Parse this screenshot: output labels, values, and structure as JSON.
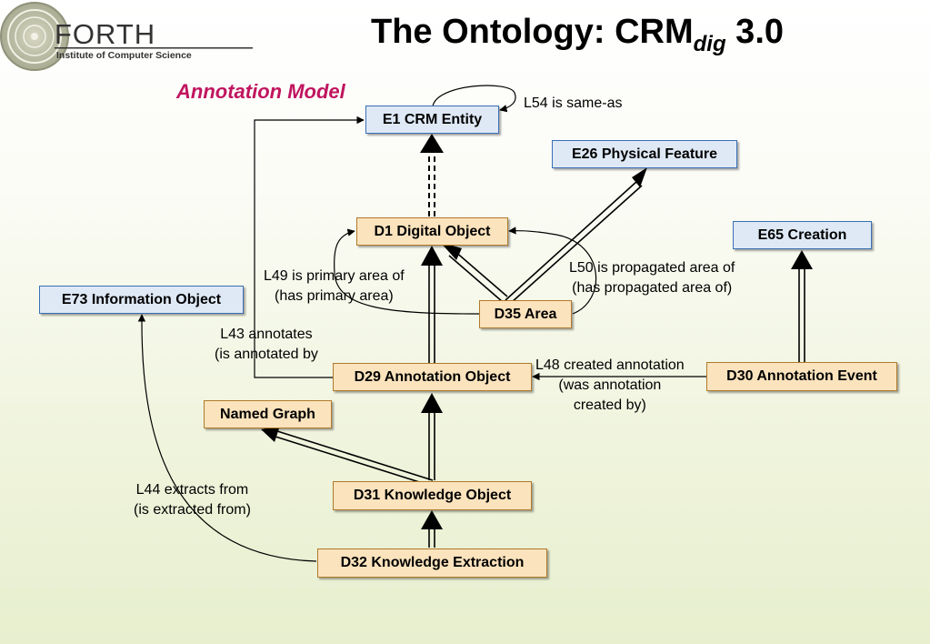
{
  "header": {
    "logo_text": "FORTH",
    "logo_subtitle": "Institute of Computer Science",
    "title_prefix": "The Ontology: ",
    "title_crm": "CRM",
    "title_sub": "dig",
    "title_suffix": " 3.0"
  },
  "section_title": "Annotation Model",
  "colors": {
    "section_title": "#c0155f",
    "class_blue": "#dfe9f6",
    "class_orange": "#fbe3bd"
  },
  "nodes": {
    "e1": "E1 CRM Entity",
    "e26": "E26 Physical Feature",
    "d1": "D1 Digital Object",
    "e65": "E65 Creation",
    "e73": "E73 Information Object",
    "d35": "D35 Area",
    "d29": "D29 Annotation Object",
    "d30": "D30 Annotation Event",
    "named_graph": "Named Graph",
    "d31": "D31 Knowledge Object",
    "d32": "D32 Knowledge Extraction"
  },
  "relations": {
    "l54": "L54 is same-as",
    "l49_line1": "L49 is primary area of",
    "l49_line2": "(has primary area)",
    "l50_line1": "L50 is propagated area of",
    "l50_line2": "(has  propagated area of)",
    "l43_line1": "L43 annotates",
    "l43_line2": "(is annotated by",
    "l48_line1": "L48 created annotation",
    "l48_line2": "(was annotation",
    "l48_line3": "created by)",
    "l44_line1": "L44 extracts from",
    "l44_line2": "(is extracted from)"
  }
}
